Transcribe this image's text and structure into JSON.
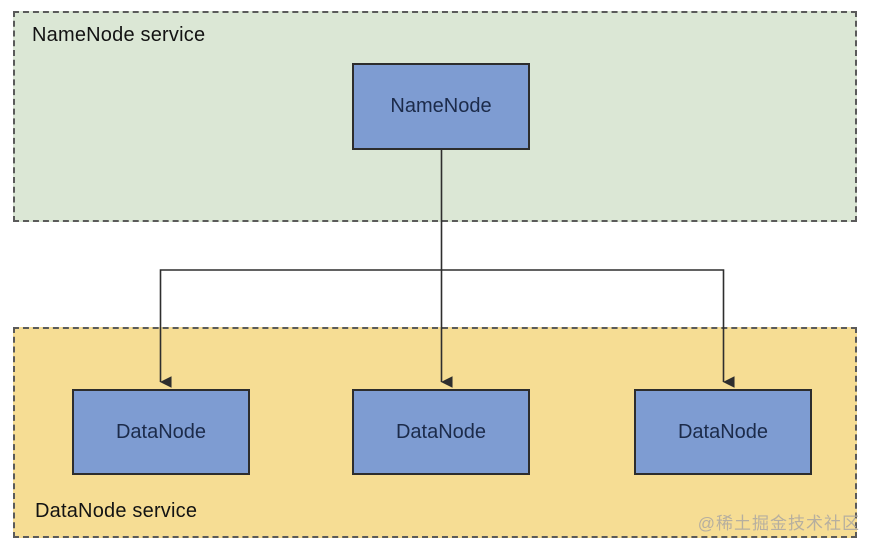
{
  "diagram": {
    "type": "architecture-diagram",
    "groups": [
      {
        "id": "namenode-service",
        "label": "NameNode service",
        "nodes": [
          {
            "id": "namenode",
            "label": "NameNode"
          }
        ]
      },
      {
        "id": "datanode-service",
        "label": "DataNode service",
        "nodes": [
          {
            "id": "datanode-1",
            "label": "DataNode"
          },
          {
            "id": "datanode-2",
            "label": "DataNode"
          },
          {
            "id": "datanode-3",
            "label": "DataNode"
          }
        ]
      }
    ],
    "edges": [
      {
        "from": "namenode",
        "to": "datanode-1",
        "arrow": "down"
      },
      {
        "from": "namenode",
        "to": "datanode-2",
        "arrow": "down"
      },
      {
        "from": "namenode",
        "to": "datanode-3",
        "arrow": "down"
      }
    ]
  },
  "watermark": {
    "text": "@稀土掘金技术社区"
  },
  "colors": {
    "group-green-fill": "#dbe7d5",
    "group-yellow-fill": "#f6dd94",
    "node-blue-fill": "#7e9cd2",
    "node-border": "#2d2d2d",
    "dash-border": "#5a5a5a",
    "line": "#2e2e2e",
    "label-text": "#131313",
    "node-text": "#1c2b4a",
    "watermark-text": "#b3ada0"
  }
}
